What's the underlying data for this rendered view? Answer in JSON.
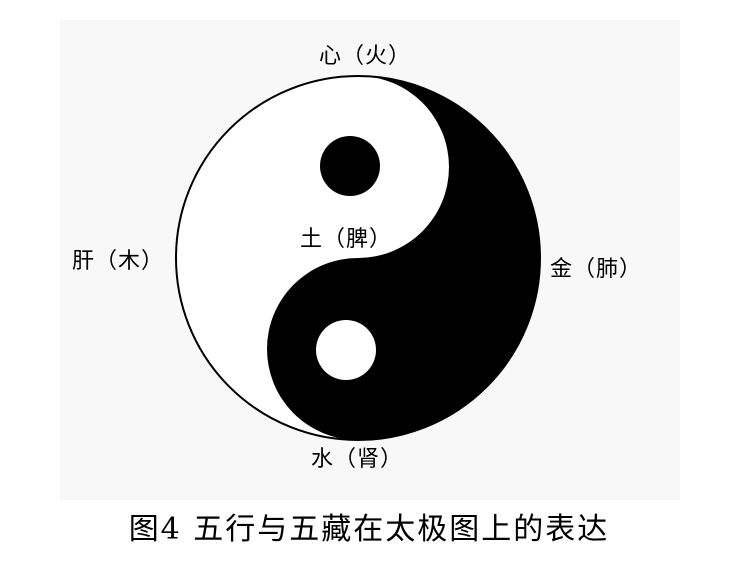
{
  "diagram": {
    "labels": {
      "top": "心（火）",
      "left": "肝（木）",
      "right": "金（肺）",
      "center": "土（脾）",
      "bottom": "水（肾）"
    },
    "colors": {
      "yin": "#000000",
      "yang": "#ffffff",
      "outline": "#000000"
    }
  },
  "caption": "图4  五行与五藏在太极图上的表达"
}
